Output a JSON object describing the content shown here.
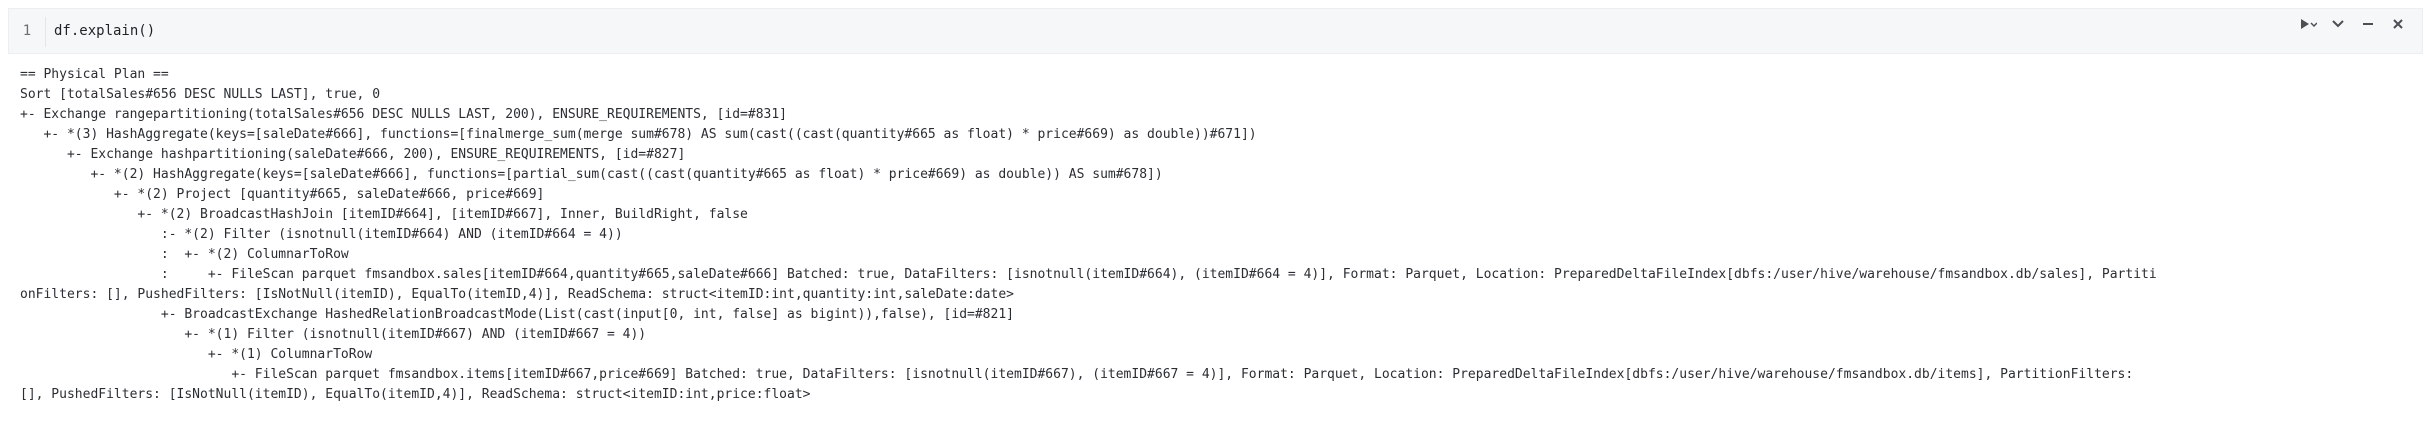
{
  "cell": {
    "line_number": "1",
    "code": "df.explain()",
    "actions": [
      {
        "name": "run-icon",
        "label": "Run"
      },
      {
        "name": "collapse-icon",
        "label": "Collapse"
      },
      {
        "name": "minimize-icon",
        "label": "Minimize"
      },
      {
        "name": "close-icon",
        "label": "Close"
      }
    ]
  },
  "output": {
    "lines": [
      "== Physical Plan ==",
      "Sort [totalSales#656 DESC NULLS LAST], true, 0",
      "+- Exchange rangepartitioning(totalSales#656 DESC NULLS LAST, 200), ENSURE_REQUIREMENTS, [id=#831]",
      "   +- *(3) HashAggregate(keys=[saleDate#666], functions=[finalmerge_sum(merge sum#678) AS sum(cast((cast(quantity#665 as float) * price#669) as double))#671])",
      "      +- Exchange hashpartitioning(saleDate#666, 200), ENSURE_REQUIREMENTS, [id=#827]",
      "         +- *(2) HashAggregate(keys=[saleDate#666], functions=[partial_sum(cast((cast(quantity#665 as float) * price#669) as double)) AS sum#678])",
      "            +- *(2) Project [quantity#665, saleDate#666, price#669]",
      "               +- *(2) BroadcastHashJoin [itemID#664], [itemID#667], Inner, BuildRight, false",
      "                  :- *(2) Filter (isnotnull(itemID#664) AND (itemID#664 = 4))",
      "                  :  +- *(2) ColumnarToRow",
      "                  :     +- FileScan parquet fmsandbox.sales[itemID#664,quantity#665,saleDate#666] Batched: true, DataFilters: [isnotnull(itemID#664), (itemID#664 = 4)], Format: Parquet, Location: PreparedDeltaFileIndex[dbfs:/user/hive/warehouse/fmsandbox.db/sales], Partiti",
      "onFilters: [], PushedFilters: [IsNotNull(itemID), EqualTo(itemID,4)], ReadSchema: struct<itemID:int,quantity:int,saleDate:date>",
      "                  +- BroadcastExchange HashedRelationBroadcastMode(List(cast(input[0, int, false] as bigint)),false), [id=#821]",
      "                     +- *(1) Filter (isnotnull(itemID#667) AND (itemID#667 = 4))",
      "                        +- *(1) ColumnarToRow",
      "                           +- FileScan parquet fmsandbox.items[itemID#667,price#669] Batched: true, DataFilters: [isnotnull(itemID#667), (itemID#667 = 4)], Format: Parquet, Location: PreparedDeltaFileIndex[dbfs:/user/hive/warehouse/fmsandbox.db/items], PartitionFilters:",
      "[], PushedFilters: [IsNotNull(itemID), EqualTo(itemID,4)], ReadSchema: struct<itemID:int,price:float>"
    ]
  }
}
